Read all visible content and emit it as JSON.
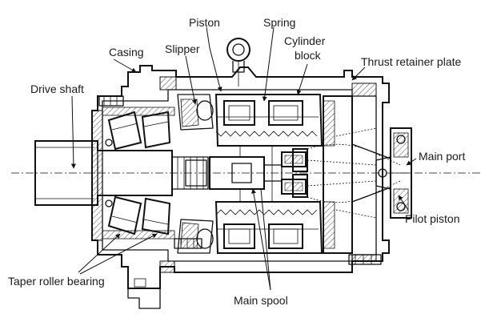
{
  "labels": {
    "piston": "Piston",
    "spring": "Spring",
    "casing": "Casing",
    "slipper": "Slipper",
    "cylinder_block_line1": "Cylinder",
    "cylinder_block_line2": "block",
    "thrust_retainer_plate": "Thrust retainer plate",
    "drive_shaft": "Drive shaft",
    "main_port": "Main port",
    "pilot_piston": "Pilot piston",
    "taper_roller_bearing": "Taper roller bearing",
    "main_spool": "Main spool"
  }
}
